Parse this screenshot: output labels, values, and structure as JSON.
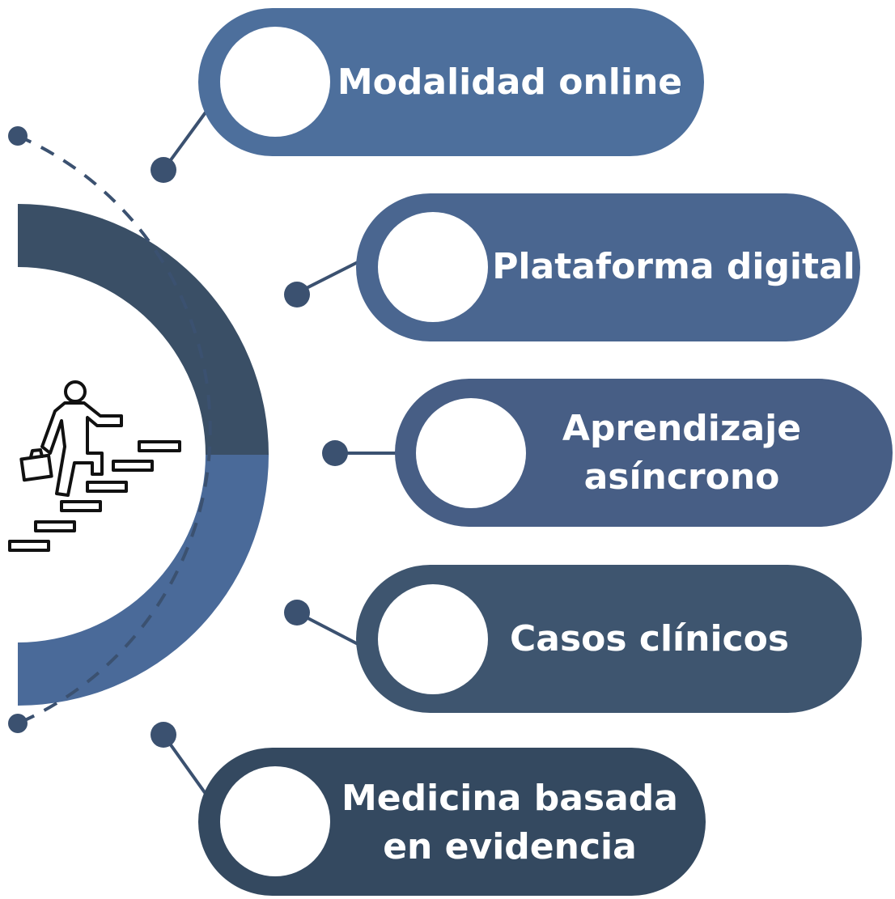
{
  "colors": {
    "arc_upper": "#3a4f66",
    "arc_lower": "#4a6a99",
    "pill_1": "#4d6f9c",
    "pill_2": "#4a6690",
    "pill_3": "#475e85",
    "pill_4": "#3e556f",
    "pill_5": "#344960",
    "connector": "#3b5170",
    "circle_fill": "#ffffff",
    "text": "#ffffff",
    "icon_stroke": "#111111"
  },
  "icons": {
    "central": "person-climbing-stairs-icon"
  },
  "items": [
    {
      "label": "Modalidad online"
    },
    {
      "label": "Plataforma digital"
    },
    {
      "label_line1": "Aprendizaje",
      "label_line2": "asíncrono"
    },
    {
      "label": "Casos clínicos"
    },
    {
      "label_line1": "Medicina basada",
      "label_line2": "en evidencia"
    }
  ]
}
